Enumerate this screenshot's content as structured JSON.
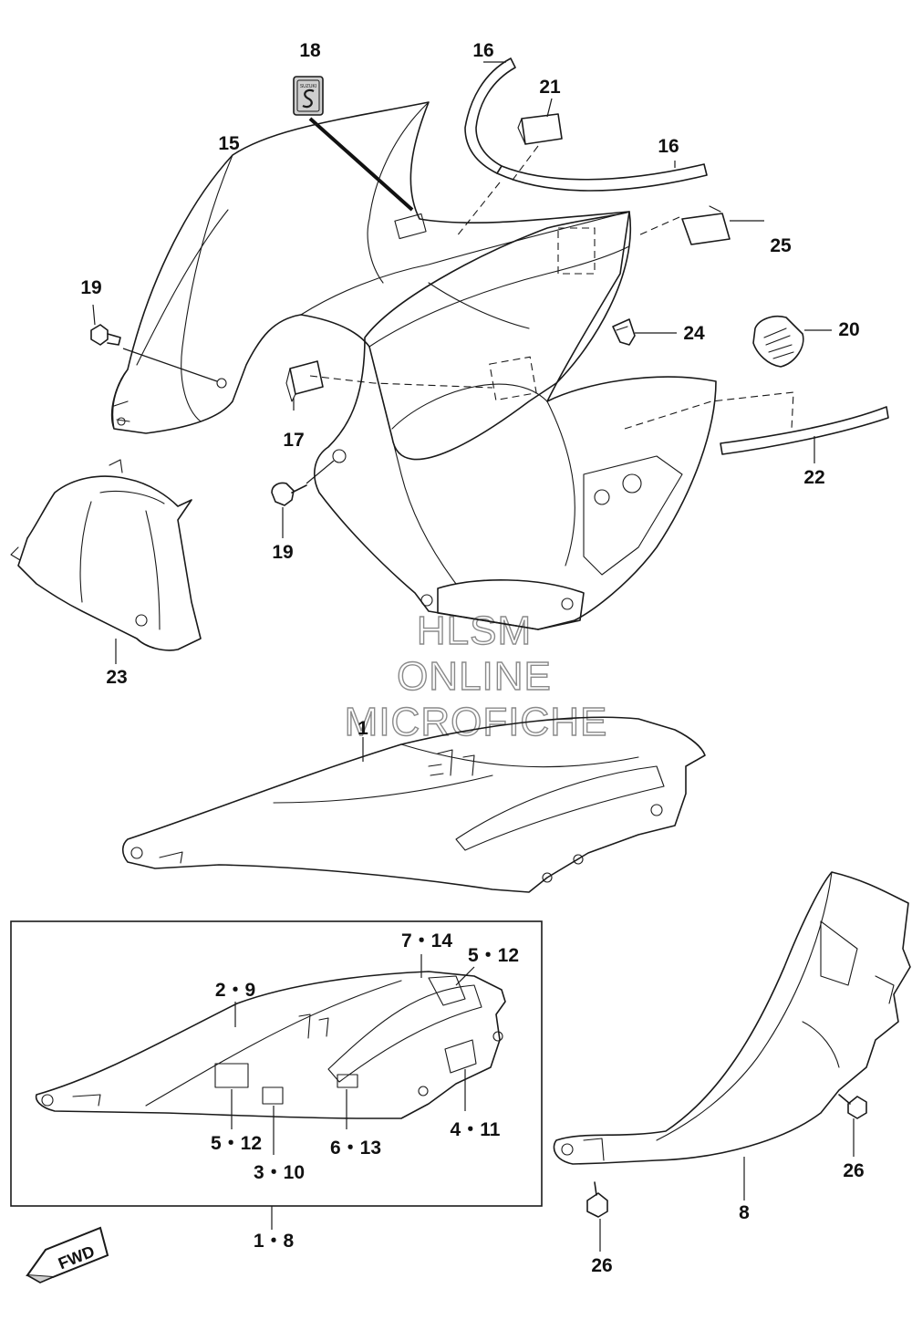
{
  "watermark": {
    "line1": "HLSM",
    "line2": "ONLINE",
    "line3": "MICROFICHE"
  },
  "emblem_text": "SUZUKI",
  "fwd_label": "FWD",
  "callouts": {
    "c18": "18",
    "c16a": "16",
    "c21": "21",
    "c16b": "16",
    "c15": "15",
    "c25": "25",
    "c19a": "19",
    "c24": "24",
    "c20": "20",
    "c17": "17",
    "c22": "22",
    "c19b": "19",
    "c23": "23",
    "c1": "1",
    "c7_14": "7・14",
    "c5_12a": "5・12",
    "c2_9": "2・9",
    "c4_11": "4・11",
    "c5_12b": "5・12",
    "c6_13": "6・13",
    "c3_10": "3・10",
    "c1_8": "1・8",
    "c26a": "26",
    "c8": "8",
    "c26b": "26"
  }
}
